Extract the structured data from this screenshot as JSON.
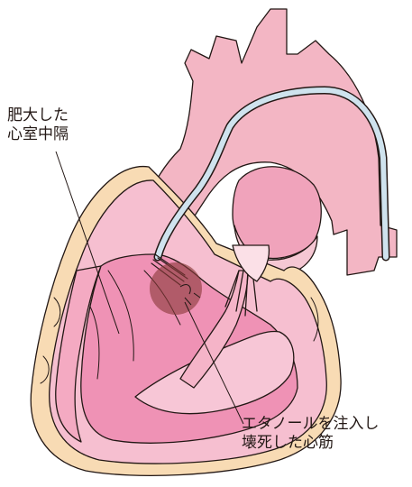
{
  "labels": {
    "hypertrophied_septum": {
      "line1": "肥大した",
      "line2": "心室中隔"
    },
    "ethanol_necrosis": {
      "line1": "エタノールを注入し",
      "line2": "壊死した心筋"
    }
  },
  "colors": {
    "outline": "#231815",
    "aorta_pink": "#f3b6c4",
    "myocardium_light": "#f6bfd0",
    "ventricle_cavity": "#ea96bd",
    "muscle_pink": "#f19ab4",
    "fat_yellow": "#f8dbb4",
    "catheter_blue": "#cfe3ee",
    "necrosis_brown": "#8b3a3a"
  }
}
